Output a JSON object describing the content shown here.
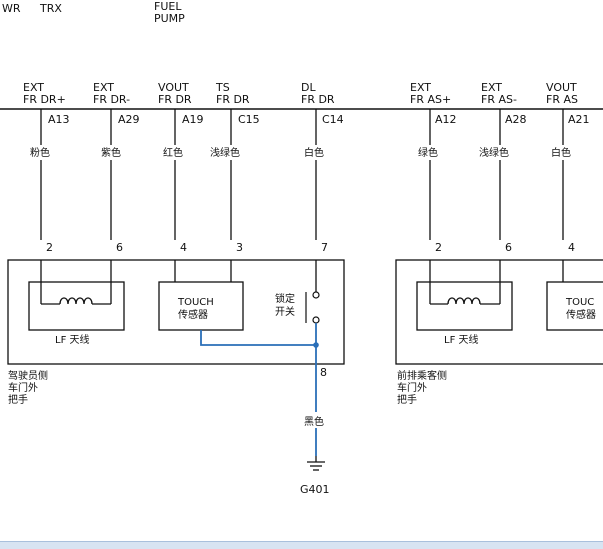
{
  "top_labels": {
    "left_a": "WR",
    "left_b": "TRX",
    "fuel_1": "FUEL",
    "fuel_2": "PUMP"
  },
  "driver_side": {
    "signals": [
      {
        "line1": "EXT",
        "line2": "FR DR+",
        "pin": "A13",
        "wire": "粉色",
        "sensor_pin": "2"
      },
      {
        "line1": "EXT",
        "line2": "FR DR-",
        "pin": "A29",
        "wire": "紫色",
        "sensor_pin": "6"
      },
      {
        "line1": "VOUT",
        "line2": "FR DR",
        "pin": "A19",
        "wire": "红色",
        "sensor_pin": "4"
      },
      {
        "line1": "TS",
        "line2": "FR DR",
        "pin": "C15",
        "wire": "浅绿色",
        "sensor_pin": "3"
      },
      {
        "line1": "DL",
        "line2": "FR DR",
        "pin": "C14",
        "wire": "白色",
        "sensor_pin": "7"
      }
    ],
    "antenna_label": "LF 天线",
    "touch_1": "TOUCH",
    "touch_2": "传感器",
    "lock_1": "锁定",
    "lock_2": "开关",
    "ground_pin": "8",
    "handle_1": "驾驶员侧",
    "handle_2": "车门外",
    "handle_3": "把手",
    "ground_wire": "黑色",
    "ground_point": "G401"
  },
  "passenger_side": {
    "signals": [
      {
        "line1": "EXT",
        "line2": "FR AS+",
        "pin": "A12",
        "wire": "绿色",
        "sensor_pin": "2"
      },
      {
        "line1": "EXT",
        "line2": "FR AS-",
        "pin": "A28",
        "wire": "浅绿色",
        "sensor_pin": "6"
      },
      {
        "line1": "VOUT",
        "line2": "FR AS",
        "pin": "A21",
        "wire": "白色",
        "sensor_pin": "4"
      }
    ],
    "antenna_label": "LF 天线",
    "touch_1": "TOUC",
    "touch_2": "传感器",
    "handle_1": "前排乘客侧",
    "handle_2": "车门外",
    "handle_3": "把手"
  },
  "colors": {
    "line": "#111111",
    "ground_net": "#2a6fb8",
    "status_bar": "#d8e4f2"
  }
}
